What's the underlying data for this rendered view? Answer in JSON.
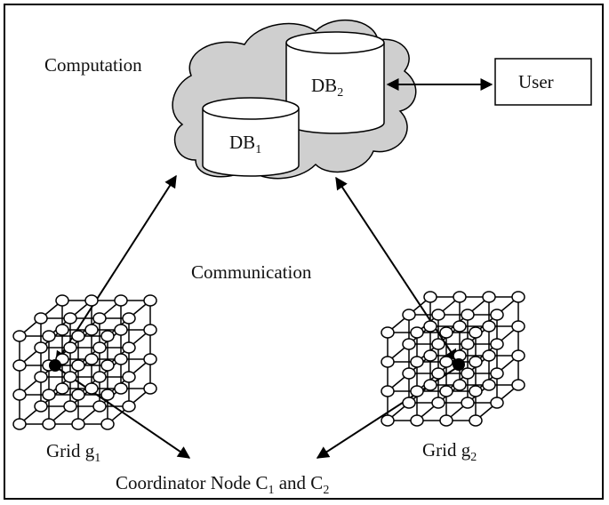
{
  "labels": {
    "computation": "Computation",
    "communication": "Communication",
    "user": "User",
    "db1": {
      "base": "DB",
      "sub": "1"
    },
    "db2": {
      "base": "DB",
      "sub": "2"
    },
    "grid1": {
      "base": "Grid g",
      "sub": "1"
    },
    "grid2": {
      "base": "Grid g",
      "sub": "2"
    },
    "coordinator": {
      "prefix": "Coordinator Node C",
      "sub1": "1",
      "middle": " and C",
      "sub2": "2"
    }
  }
}
